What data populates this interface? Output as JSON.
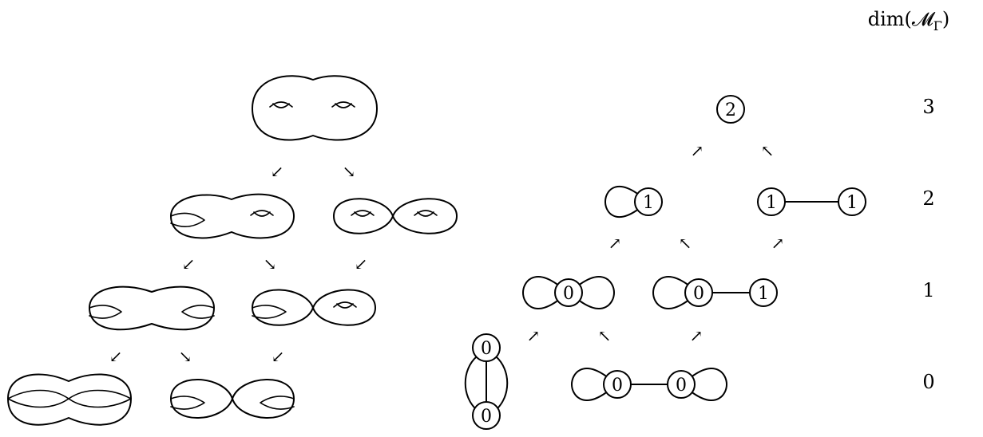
{
  "header": {
    "dim_label": "dim(𝓜",
    "dim_sub": "Γ",
    "dim_close": ")"
  },
  "dimensions": [
    "3",
    "2",
    "1",
    "0"
  ],
  "arrows": {
    "down_left": "↙",
    "down_right": "↘",
    "up_right": "↗",
    "up_left": "↖"
  },
  "graphs": {
    "g2": {
      "v1": "2"
    },
    "loop1": {
      "v1": "1"
    },
    "edge11": {
      "v1": "1",
      "v2": "1"
    },
    "twoloops0": {
      "v1": "0"
    },
    "loop0_edge1": {
      "v1": "0",
      "v2": "1"
    },
    "theta00": {
      "v1": "0",
      "v2": "0"
    },
    "dumbbell00": {
      "v1": "0",
      "v2": "0"
    }
  }
}
